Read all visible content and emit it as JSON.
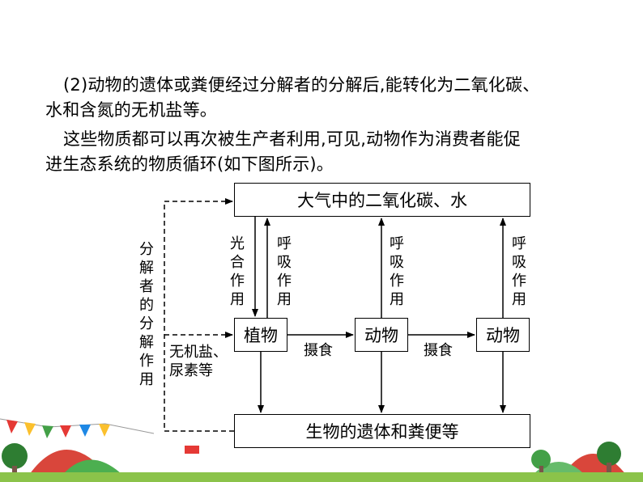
{
  "text": {
    "line1": "(2)动物的遗体或粪便经过分解者的分解后,能转化为二氧化碳、",
    "line2": "水和含氮的无机盐等。",
    "line3": "这些物质都可以再次被生产者利用,可见,动物作为消费者能促",
    "line4": "进生态系统的物质循环(如下图所示)。"
  },
  "diagram": {
    "top_box": "大气中的二氧化碳、水",
    "bottom_box": "生物的遗体和粪便等",
    "plant": "植物",
    "animal_1": "动物",
    "animal_2": "动物",
    "photosynthesis": "光合作用",
    "respiration_1": "呼吸作用",
    "respiration_2": "呼吸作用",
    "respiration_3": "呼吸作用",
    "eating_1": "摄食",
    "eating_2": "摄食",
    "decomposer": "分解者的分解作用",
    "inorganic_salts_1": "无机盐、",
    "inorganic_salts_2": "尿素等"
  },
  "colors": {
    "grass": "#8bc34a",
    "hill_red": "#d9463b",
    "hill_green": "#4caf50",
    "tree_green": "#2e7d32",
    "bunting_red": "#e53935",
    "bunting_yellow": "#fbc02d"
  }
}
